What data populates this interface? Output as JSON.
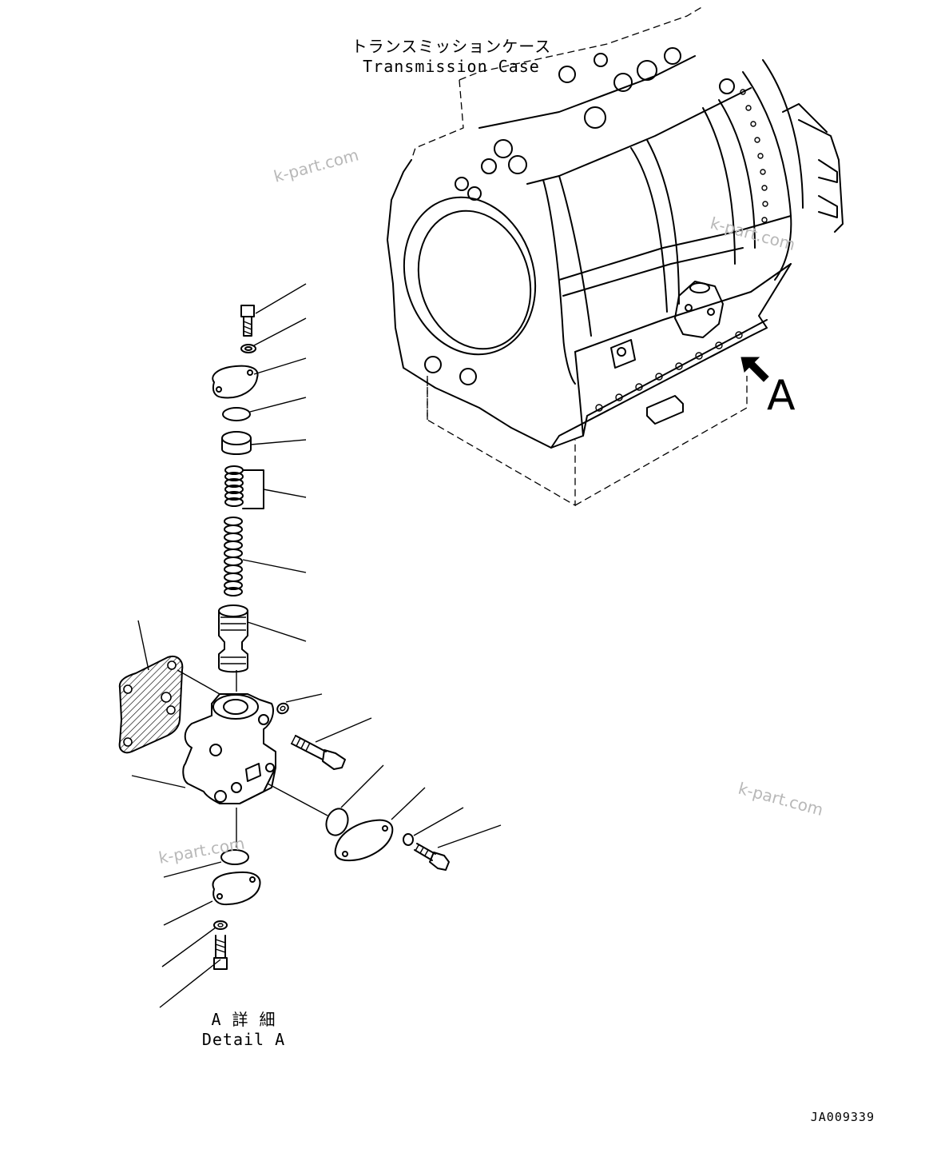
{
  "labels": {
    "case_jp": "トランスミッションケース",
    "case_en": "Transmission Case",
    "view_letter": "A",
    "detail_jp": "A 詳 細",
    "detail_en": "Detail A",
    "drawing_code": "JA009339"
  },
  "watermarks": [
    "k-part.com",
    "k-part.com",
    "k-part.com",
    "k-part.com"
  ],
  "colors": {
    "ink": "#000000",
    "watermark": "#b8b8b8",
    "background": "#ffffff"
  }
}
